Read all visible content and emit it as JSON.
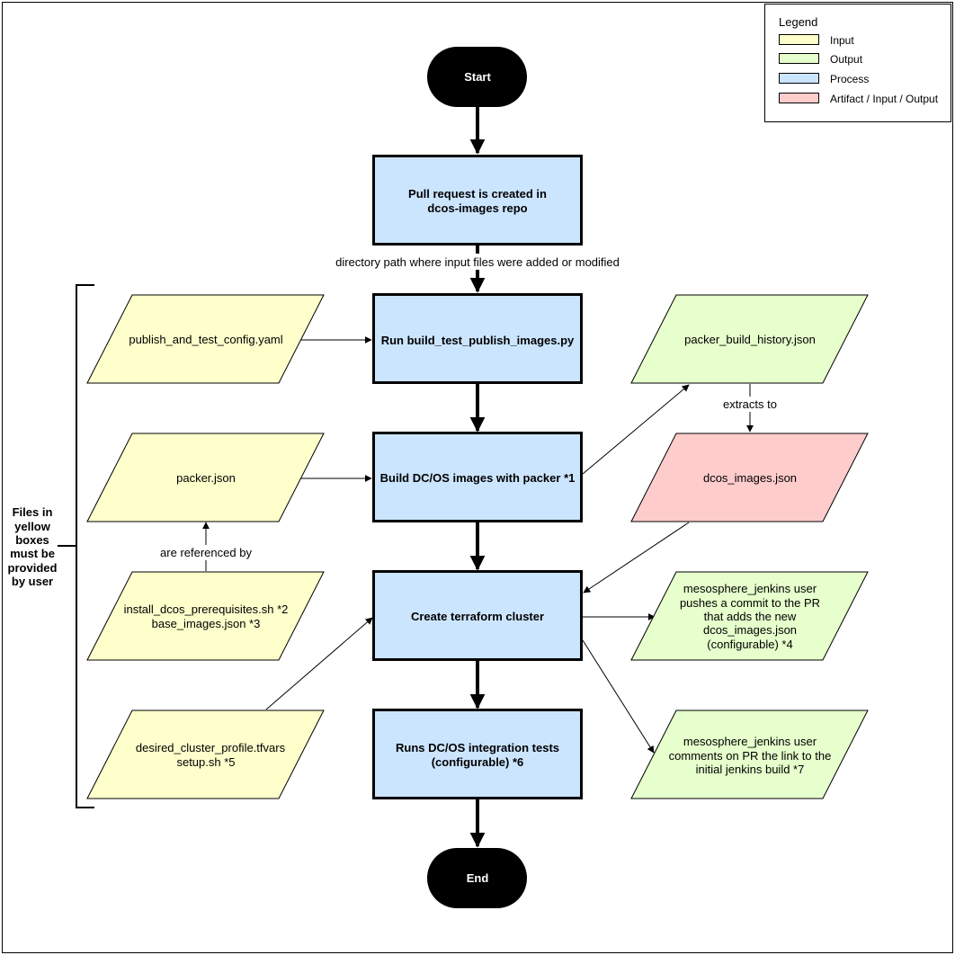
{
  "nodes": {
    "start": "Start",
    "pull_request": [
      "Pull request is created in",
      "dcos-images repo"
    ],
    "run_script": "Run build_test_publish_images.py",
    "build_images": "Build DC/OS images with packer *1",
    "create_cluster": "Create terraform cluster",
    "integration_tests": [
      "Runs DC/OS integration tests",
      "(configurable) *6"
    ],
    "end": "End"
  },
  "inputs": {
    "config_yaml": "publish_and_test_config.yaml",
    "packer_json": "packer.json",
    "prereq": [
      "install_dcos_prerequisites.sh *2",
      "base_images.json *3"
    ],
    "cluster_profile": [
      "desired_cluster_profile.tfvars",
      "setup.sh *5"
    ]
  },
  "outputs": {
    "build_history": "packer_build_history.json",
    "dcos_images": "dcos_images.json",
    "commit": [
      "mesosphere_jenkins user",
      "pushes a commit to the PR",
      "that adds the new",
      "dcos_images.json",
      "(configurable) *4"
    ],
    "comment": [
      "mesosphere_jenkins user",
      "comments on PR the link to the",
      "initial jenkins build *7"
    ]
  },
  "edge_labels": {
    "directory_path": "directory path where input files were added or modified",
    "referenced_by": "are referenced by",
    "extracts_to": "extracts to"
  },
  "bracket_label": [
    "Files in",
    "yellow",
    "boxes",
    "must be",
    "provided",
    "by user"
  ],
  "legend": {
    "title": "Legend",
    "items": [
      {
        "label": "Input",
        "color": "#ffffcc"
      },
      {
        "label": "Output",
        "color": "#e6ffcc"
      },
      {
        "label": "Process",
        "color": "#cce5ff"
      },
      {
        "label": "Artifact / Input / Output",
        "color": "#ffcccc"
      }
    ]
  },
  "colors": {
    "input": "#ffffcc",
    "output": "#e6ffcc",
    "process": "#cce5ff",
    "artifact": "#ffcccc",
    "terminal": "#000000"
  }
}
